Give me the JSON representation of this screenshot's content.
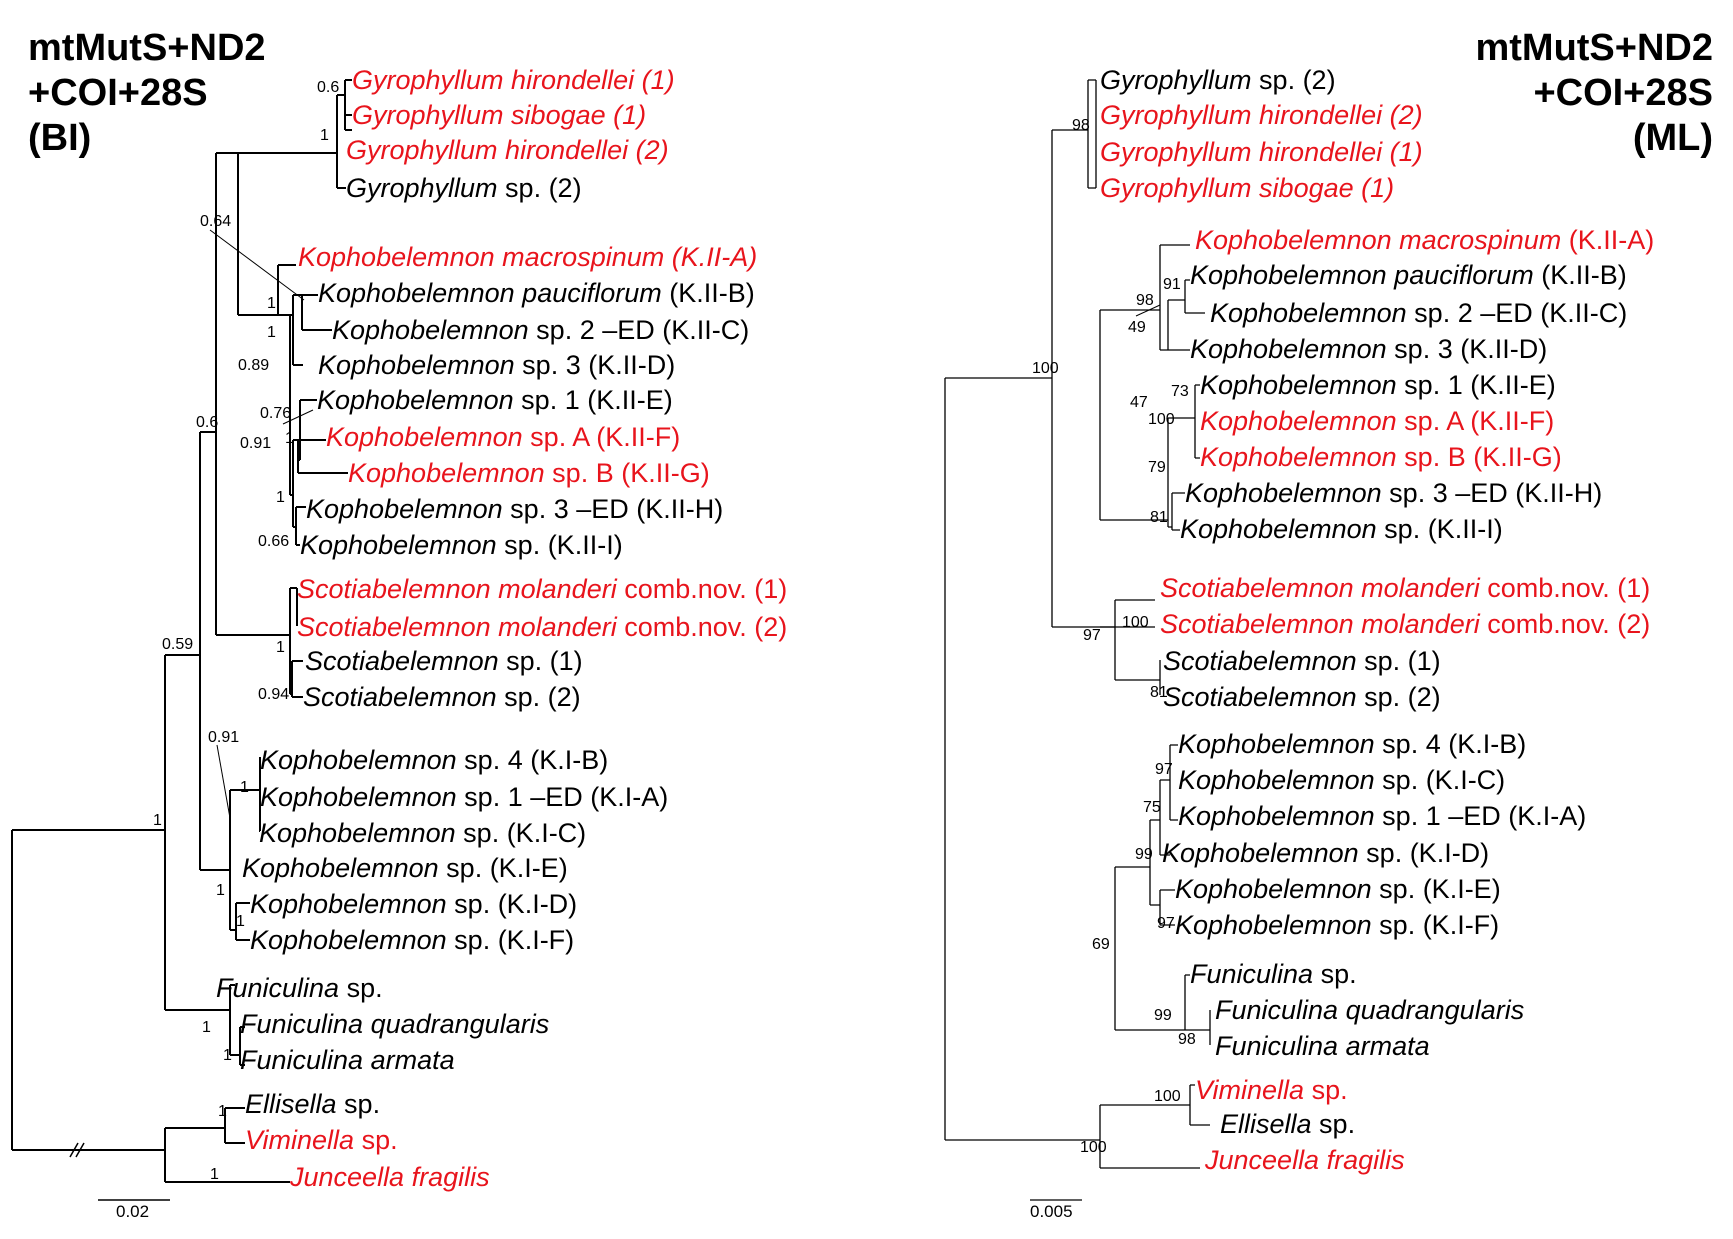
{
  "colors": {
    "highlight": "#e8141c",
    "normal": "#000000"
  },
  "left": {
    "title": [
      "mtMutS+ND2",
      "+COI+28S",
      "(BI)"
    ],
    "scale": "0.02",
    "taxa": [
      {
        "genus": "Gyrophyllum",
        "rest": " hirondellei (1)",
        "full_italic": true,
        "red": true
      },
      {
        "genus": "Gyrophyllum",
        "rest": " sibogae (1)",
        "full_italic": true,
        "red": true
      },
      {
        "genus": "Gyrophyllum",
        "rest": " hirondellei (2)",
        "full_italic": true,
        "red": true
      },
      {
        "genus": "Gyrophyllum",
        "rest": " sp. (2)",
        "full_italic": false,
        "red": false
      },
      {
        "genus": "Kophobelemnon",
        "rest": " macrospinum (K.II-A)",
        "full_italic": true,
        "red": true
      },
      {
        "genus": "Kophobelemnon",
        "rest": " pauciflorum (K.II-B)",
        "italic_word": " pauciflorum",
        "tail": " (K.II-B)",
        "red": false
      },
      {
        "genus": "Kophobelemnon",
        "rest": " sp. 2 –ED (K.II-C)",
        "full_italic": false,
        "red": false
      },
      {
        "genus": "Kophobelemnon",
        "rest": " sp. 3 (K.II-D)",
        "full_italic": false,
        "red": false
      },
      {
        "genus": "Kophobelemnon",
        "rest": " sp. 1 (K.II-E)",
        "full_italic": false,
        "red": false
      },
      {
        "genus": "Kophobelemnon",
        "rest": " sp. A (K.II-F)",
        "full_italic": false,
        "red": true
      },
      {
        "genus": "Kophobelemnon",
        "rest": " sp. B (K.II-G)",
        "full_italic": false,
        "red": true
      },
      {
        "genus": "Kophobelemnon",
        "rest": " sp. 3 –ED (K.II-H)",
        "full_italic": false,
        "red": false
      },
      {
        "genus": "Kophobelemnon",
        "rest": " sp. (K.II-I)",
        "full_italic": false,
        "red": false
      },
      {
        "genus": "Scotiabelemnon",
        "rest": " molanderi comb.nov. (1)",
        "italic_word": " molanderi",
        "tail": " comb.nov. (1)",
        "red": true
      },
      {
        "genus": "Scotiabelemnon",
        "rest": " molanderi comb.nov. (2)",
        "italic_word": " molanderi",
        "tail": " comb.nov. (2)",
        "red": true
      },
      {
        "genus": "Scotiabelemnon",
        "rest": " sp. (1)",
        "full_italic": false,
        "red": false
      },
      {
        "genus": "Scotiabelemnon",
        "rest": " sp. (2)",
        "full_italic": false,
        "red": false
      },
      {
        "genus": "Kophobelemnon",
        "rest": " sp. 4 (K.I-B)",
        "full_italic": false,
        "red": false
      },
      {
        "genus": "Kophobelemnon",
        "rest": " sp. 1 –ED (K.I-A)",
        "full_italic": false,
        "red": false
      },
      {
        "genus": "Kophobelemnon",
        "rest": " sp. (K.I-C)",
        "full_italic": false,
        "red": false
      },
      {
        "genus": "Kophobelemnon",
        "rest": " sp. (K.I-E)",
        "full_italic": false,
        "red": false
      },
      {
        "genus": "Kophobelemnon",
        "rest": " sp. (K.I-D)",
        "full_italic": false,
        "red": false
      },
      {
        "genus": "Kophobelemnon",
        "rest": " sp. (K.I-F)",
        "full_italic": false,
        "red": false
      },
      {
        "genus": "Funiculina",
        "rest": " sp.",
        "full_italic": false,
        "red": false
      },
      {
        "genus": "Funiculina",
        "rest": " quadrangularis",
        "full_italic": true,
        "red": false
      },
      {
        "genus": "Funiculina",
        "rest": " armata",
        "full_italic": true,
        "red": false
      },
      {
        "genus": "Ellisella",
        "rest": " sp.",
        "full_italic": false,
        "red": false
      },
      {
        "genus": "Viminella",
        "rest": " sp.",
        "full_italic": false,
        "red": true
      },
      {
        "genus": "Junceella",
        "rest": " fragilis",
        "full_italic": true,
        "red": true
      }
    ],
    "supports": [
      "0.6",
      "1",
      "0.64",
      "1",
      "1",
      "0.89",
      "0.76",
      "0.91",
      "1",
      "1",
      "0.66",
      "0.6",
      "1",
      "0.94",
      "0.59",
      "0.91",
      "1",
      "1",
      "1",
      "1",
      "1",
      "1",
      "1",
      "1"
    ]
  },
  "right": {
    "title": [
      "mtMutS+ND2",
      "+COI+28S",
      "(ML)"
    ],
    "scale": "0.005",
    "taxa": [
      {
        "genus": "Gyrophyllum",
        "rest": " sp. (2)",
        "full_italic": false,
        "red": false
      },
      {
        "genus": "Gyrophyllum",
        "rest": " hirondellei (2)",
        "full_italic": true,
        "red": true
      },
      {
        "genus": "Gyrophyllum",
        "rest": " hirondellei (1)",
        "full_italic": true,
        "red": true
      },
      {
        "genus": "Gyrophyllum",
        "rest": " sibogae (1)",
        "full_italic": true,
        "red": true
      },
      {
        "genus": "Kophobelemnon",
        "rest": " macrospinum (K.II-A)",
        "italic_word": " macrospinum",
        "tail": " (K.II-A)",
        "red": true
      },
      {
        "genus": "Kophobelemnon",
        "rest": " pauciflorum (K.II-B)",
        "italic_word": " pauciflorum",
        "tail": " (K.II-B)",
        "red": false
      },
      {
        "genus": "Kophobelemnon",
        "rest": " sp. 2 –ED (K.II-C)",
        "full_italic": false,
        "red": false
      },
      {
        "genus": "Kophobelemnon",
        "rest": " sp. 3 (K.II-D)",
        "full_italic": false,
        "red": false
      },
      {
        "genus": "Kophobelemnon",
        "rest": " sp. 1 (K.II-E)",
        "full_italic": false,
        "red": false
      },
      {
        "genus": "Kophobelemnon",
        "rest": " sp. A (K.II-F)",
        "full_italic": false,
        "red": true
      },
      {
        "genus": "Kophobelemnon",
        "rest": " sp. B (K.II-G)",
        "full_italic": false,
        "red": true
      },
      {
        "genus": "Kophobelemnon",
        "rest": " sp. 3 –ED (K.II-H)",
        "full_italic": false,
        "red": false
      },
      {
        "genus": "Kophobelemnon",
        "rest": " sp. (K.II-I)",
        "full_italic": false,
        "red": false
      },
      {
        "genus": "Scotiabelemnon",
        "rest": " molanderi comb.nov. (1)",
        "italic_word": " molanderi",
        "tail": " comb.nov. (1)",
        "red": true
      },
      {
        "genus": "Scotiabelemnon",
        "rest": " molanderi comb.nov. (2)",
        "italic_word": " molanderi",
        "tail": " comb.nov. (2)",
        "red": true
      },
      {
        "genus": "Scotiabelemnon",
        "rest": " sp. (1)",
        "full_italic": false,
        "red": false
      },
      {
        "genus": "Scotiabelemnon",
        "rest": " sp. (2)",
        "full_italic": false,
        "red": false
      },
      {
        "genus": "Kophobelemnon",
        "rest": " sp. 4 (K.I-B)",
        "full_italic": false,
        "red": false
      },
      {
        "genus": "Kophobelemnon",
        "rest": " sp. (K.I-C)",
        "full_italic": false,
        "red": false
      },
      {
        "genus": "Kophobelemnon",
        "rest": " sp. 1 –ED (K.I-A)",
        "full_italic": false,
        "red": false
      },
      {
        "genus": "Kophobelemnon",
        "rest": " sp. (K.I-D)",
        "full_italic": false,
        "red": false
      },
      {
        "genus": "Kophobelemnon",
        "rest": " sp. (K.I-E)",
        "full_italic": false,
        "red": false
      },
      {
        "genus": "Kophobelemnon",
        "rest": " sp. (K.I-F)",
        "full_italic": false,
        "red": false
      },
      {
        "genus": "Funiculina",
        "rest": " sp.",
        "full_italic": false,
        "red": false
      },
      {
        "genus": "Funiculina",
        "rest": " quadrangularis",
        "full_italic": true,
        "red": false
      },
      {
        "genus": "Funiculina",
        "rest": " armata",
        "full_italic": true,
        "red": false
      },
      {
        "genus": "Viminella",
        "rest": " sp.",
        "full_italic": false,
        "red": true
      },
      {
        "genus": "Ellisella",
        "rest": " sp.",
        "full_italic": false,
        "red": false
      },
      {
        "genus": "Junceella",
        "rest": " fragilis",
        "full_italic": true,
        "red": true
      }
    ],
    "supports": [
      "98",
      "100",
      "91",
      "98",
      "49",
      "47",
      "73",
      "100",
      "79",
      "81",
      "97",
      "100",
      "81",
      "97",
      "75",
      "99",
      "97",
      "69",
      "99",
      "98",
      "100",
      "100"
    ]
  }
}
